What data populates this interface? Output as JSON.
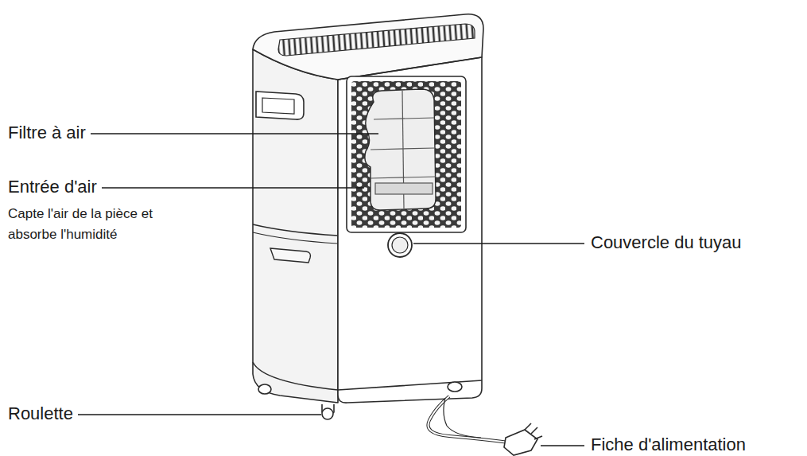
{
  "diagram": {
    "labels": [
      "Filtre à air",
      "Entrée d'air",
      "Capte l'air de la pièce et absorbe l'humidité",
      "Couvercle du tuyau",
      "Roulette",
      "Fiche d'alimentation"
    ]
  }
}
